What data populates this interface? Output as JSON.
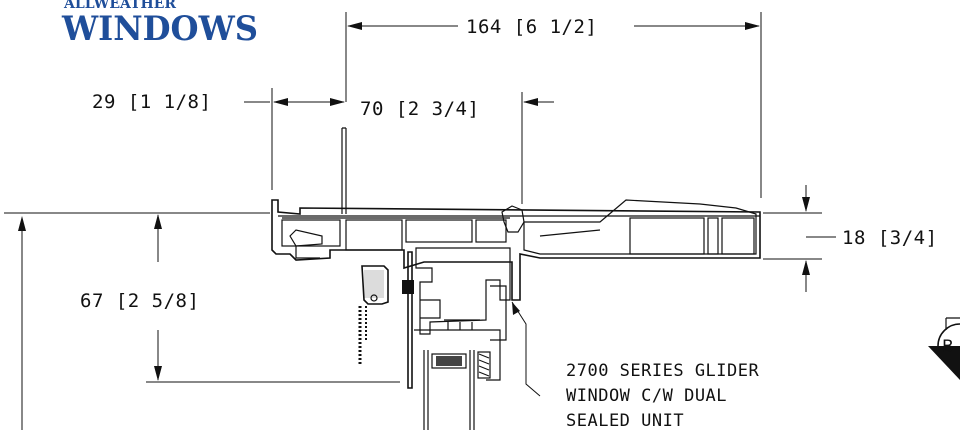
{
  "logo": {
    "top_text": "ALLWEATHER",
    "main_text": "WINDOWS",
    "color": "#1f4e9a"
  },
  "dimensions": {
    "overall_width": "164 [6 1/2]",
    "left_projection": "29 [1 1/8]",
    "mid_width": "70 [2 3/4]",
    "height": "67 [2 5/8]",
    "flange": "18 [3/4]"
  },
  "note": {
    "lines": [
      "2700 SERIES GLIDER",
      "WINDOW C/W DUAL",
      "SEALED UNIT"
    ]
  },
  "section_callout": {
    "letter": "B"
  }
}
